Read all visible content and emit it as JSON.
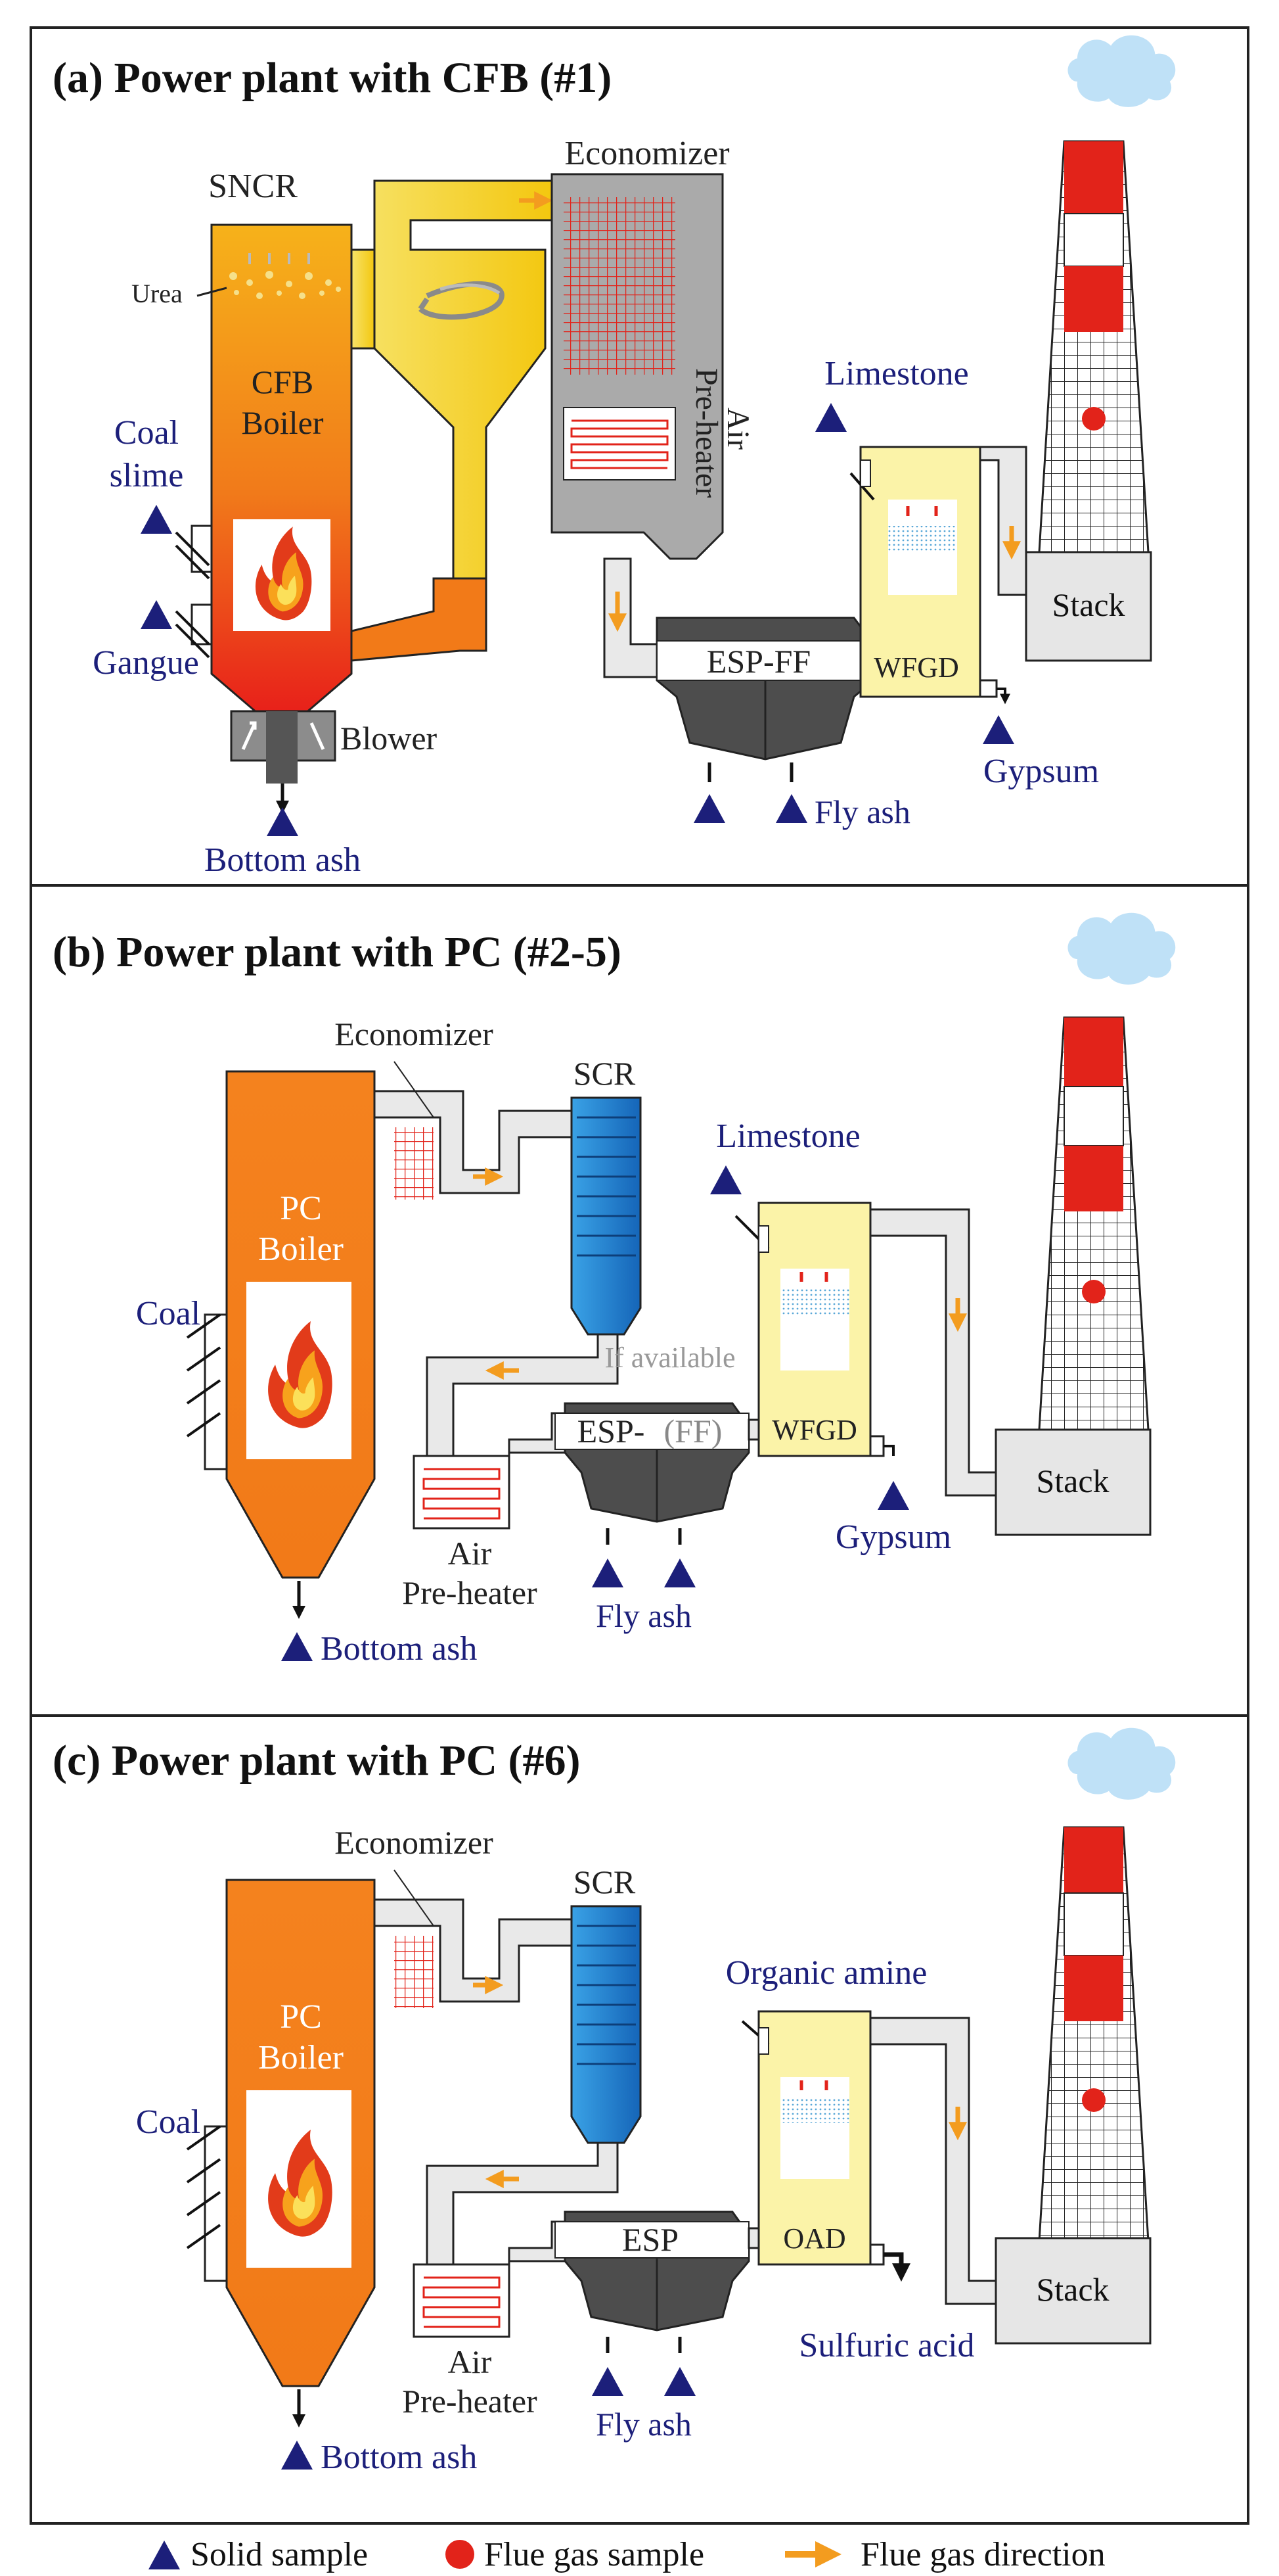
{
  "colors": {
    "navy": "#1c1f7a",
    "orange": "#f39c1f",
    "pcOrange": "#f4821e",
    "yellow": "#f5d21a",
    "paleYellow": "#fbf3a8",
    "duct": "#e9e9e9",
    "ductStroke": "#4a4a4a",
    "red": "#e2231a",
    "blue": "#1f7ac8",
    "grey": "#aaaaaa",
    "dark": "#4d4d4d",
    "cloud": "#b9ddf5"
  },
  "panels": [
    {
      "title": "(a) Power plant with CFB (#1)",
      "labels": {
        "economizer": "Economizer",
        "sncr": "SNCR",
        "urea": "Urea",
        "coal_slime": [
          "Coal",
          "slime"
        ],
        "boiler": [
          "CFB",
          "Boiler"
        ],
        "gangue": "Gangue",
        "blower": "Blower",
        "bottom_ash": "Bottom ash",
        "air_preheater": [
          "Air",
          "Pre-heater"
        ],
        "limestone": "Limestone",
        "esp": "ESP-FF",
        "wfgd": "WFGD",
        "gypsum": "Gypsum",
        "fly_ash": "Fly ash",
        "stack": "Stack"
      }
    },
    {
      "title": "(b) Power plant with PC (#2-5)",
      "labels": {
        "economizer": "Economizer",
        "scr": "SCR",
        "boiler": [
          "PC",
          "Boiler"
        ],
        "coal": "Coal",
        "limestone": "Limestone",
        "if_available": "If available",
        "esp_prefix": "ESP-",
        "esp_suffix": "(FF)",
        "wfgd": "WFGD",
        "gypsum": "Gypsum",
        "air_preheater": [
          "Air",
          "Pre-heater"
        ],
        "fly_ash": "Fly ash",
        "bottom_ash": "Bottom ash",
        "stack": "Stack"
      }
    },
    {
      "title": "(c) Power plant with PC (#6)",
      "labels": {
        "economizer": "Economizer",
        "scr": "SCR",
        "boiler": [
          "PC",
          "Boiler"
        ],
        "coal": "Coal",
        "organic_amine": "Organic amine",
        "esp": "ESP",
        "oad": "OAD",
        "sulfuric_acid": "Sulfuric acid",
        "air_preheater": [
          "Air",
          "Pre-heater"
        ],
        "fly_ash": "Fly ash",
        "bottom_ash": "Bottom ash",
        "stack": "Stack"
      }
    }
  ],
  "legend": {
    "solid": "Solid sample",
    "flue": "Flue gas sample",
    "direction": "Flue gas direction"
  }
}
